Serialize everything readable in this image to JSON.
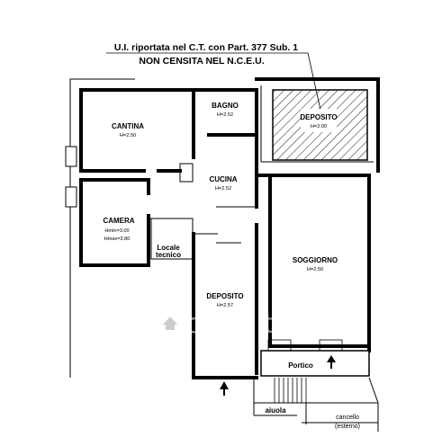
{
  "header": {
    "line1": "U.I. riportata nel C.T. con Part. 377 Sub. 1",
    "line2": "NON CENSITA NEL N.C.E.U."
  },
  "rooms": {
    "cantina": {
      "name": "CANTINA",
      "height": "H=2.50"
    },
    "bagno": {
      "name": "BAGNO",
      "height": "H=2.52"
    },
    "deposito_top": {
      "name": "DEPOSITO",
      "height": "H=2.00"
    },
    "cucina": {
      "name": "CUCINA",
      "height": "H=2.52"
    },
    "camera": {
      "name": "CAMERA",
      "height_min": "Hmin=3.00",
      "height_max": "Hmax=3.80"
    },
    "locale_tecnico": {
      "line1": "Locale",
      "line2": "tecnico"
    },
    "soggiorno": {
      "name": "SOGGIORNO",
      "height": "H=2.50"
    },
    "deposito_bottom": {
      "name": "DEPOSITO",
      "height": "H=2.57"
    },
    "portico": {
      "name": "Portico"
    },
    "aiuola": {
      "name": "aiuola"
    },
    "cancello": {
      "line1": "cancello",
      "line2": "(esterno)"
    }
  },
  "watermark": {
    "text": "casa.it"
  },
  "colors": {
    "line": "#000000",
    "background": "#ffffff",
    "watermark": "#ffffff"
  },
  "icons": [
    "entrance-arrow-icon",
    "watermark-house-icon"
  ]
}
